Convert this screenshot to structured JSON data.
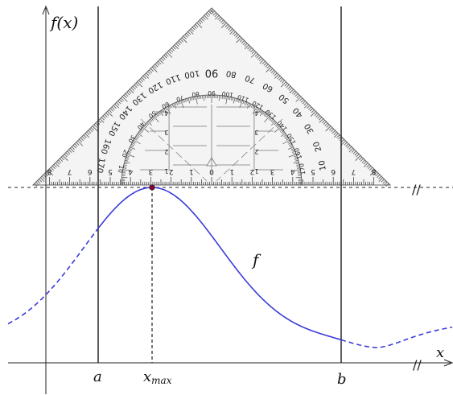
{
  "axes": {
    "y_label": "f(x)",
    "x_label": "x",
    "break_marks": "//"
  },
  "points": {
    "a_label": "a",
    "b_label": "b",
    "xmax_label_base": "x",
    "xmax_label_sub": "max"
  },
  "curve": {
    "label": "f",
    "color": "#3b3bdc",
    "maximum_point_color": "#8b0030"
  },
  "set_square": {
    "center_mark": "0",
    "peak_mark": "90",
    "left_scale": [
      "8",
      "7",
      "6",
      "5",
      "4",
      "3",
      "2",
      "1"
    ],
    "right_scale": [
      "1",
      "2",
      "3",
      "4",
      "5",
      "6",
      "7",
      "8"
    ],
    "grid_scale_left": [
      "4",
      "3",
      "2",
      "1"
    ],
    "grid_scale_right": [
      "4",
      "3",
      "2",
      "1"
    ],
    "outer_protractor": [
      "170",
      "160",
      "150",
      "140",
      "130",
      "120",
      "110",
      "100",
      "90",
      "80",
      "70",
      "60",
      "50",
      "40",
      "30",
      "20",
      "10"
    ],
    "inner_protractor": [
      "10",
      "20",
      "30",
      "40",
      "50",
      "60",
      "70",
      "80",
      "90",
      "100",
      "110",
      "120",
      "130",
      "140",
      "150",
      "160",
      "170"
    ]
  }
}
